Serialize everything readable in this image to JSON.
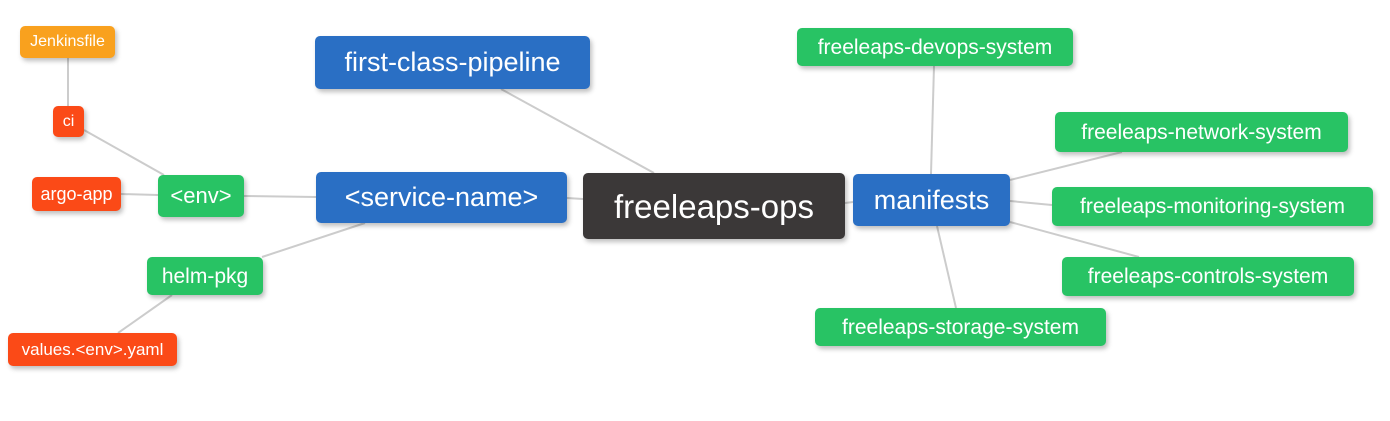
{
  "palette": {
    "root_bg": "#3B3838",
    "branch_blue_bg": "#2A6FC4",
    "branch_green_bg": "#28C364",
    "branch_red_bg": "#FB4A17",
    "branch_orange_bg": "#F9A11E",
    "node_text": "#FFFFFF",
    "connector": "#CCCCCC",
    "canvas_bg": "#FFFFFF"
  },
  "nodes": {
    "root": {
      "label": "freeleaps-ops",
      "color": "#3B3838"
    },
    "pipeline": {
      "label": "first-class-pipeline",
      "color": "#2A6FC4"
    },
    "service": {
      "label": "<service-name>",
      "color": "#2A6FC4"
    },
    "manifests": {
      "label": "manifests",
      "color": "#2A6FC4"
    },
    "env": {
      "label": "<env>",
      "color": "#28C364"
    },
    "helm_pkg": {
      "label": "helm-pkg",
      "color": "#28C364"
    },
    "ci": {
      "label": "ci",
      "color": "#FB4A17"
    },
    "argo_app": {
      "label": "argo-app",
      "color": "#FB4A17"
    },
    "jenkinsfile": {
      "label": "Jenkinsfile",
      "color": "#F9A11E"
    },
    "values_yaml": {
      "label": "values.<env>.yaml",
      "color": "#FB4A17"
    },
    "devops": {
      "label": "freeleaps-devops-system",
      "color": "#28C364"
    },
    "network": {
      "label": "freeleaps-network-system",
      "color": "#28C364"
    },
    "monitoring": {
      "label": "freeleaps-monitoring-system",
      "color": "#28C364"
    },
    "controls": {
      "label": "freeleaps-controls-system",
      "color": "#28C364"
    },
    "storage": {
      "label": "freeleaps-storage-system",
      "color": "#28C364"
    }
  },
  "edges": [
    {
      "from": "jenkinsfile",
      "to": "ci"
    },
    {
      "from": "ci",
      "to": "env"
    },
    {
      "from": "argo_app",
      "to": "env"
    },
    {
      "from": "env",
      "to": "service"
    },
    {
      "from": "service",
      "to": "helm_pkg"
    },
    {
      "from": "helm_pkg",
      "to": "values_yaml"
    },
    {
      "from": "pipeline",
      "to": "root"
    },
    {
      "from": "service",
      "to": "root"
    },
    {
      "from": "root",
      "to": "manifests"
    },
    {
      "from": "manifests",
      "to": "devops"
    },
    {
      "from": "manifests",
      "to": "network"
    },
    {
      "from": "manifests",
      "to": "monitoring"
    },
    {
      "from": "manifests",
      "to": "controls"
    },
    {
      "from": "manifests",
      "to": "storage"
    }
  ]
}
